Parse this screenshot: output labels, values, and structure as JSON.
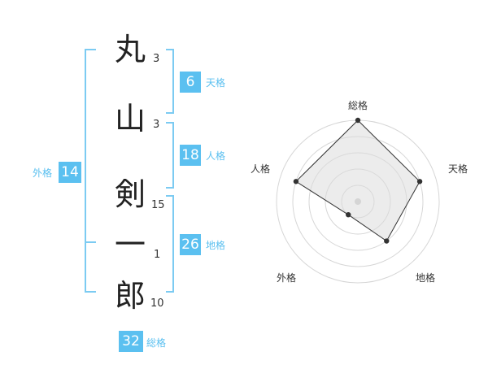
{
  "name_chars": [
    {
      "char": "丸",
      "strokes": "3"
    },
    {
      "char": "山",
      "strokes": "3"
    },
    {
      "char": "剣",
      "strokes": "15"
    },
    {
      "char": "一",
      "strokes": "1"
    },
    {
      "char": "郎",
      "strokes": "10"
    }
  ],
  "fortunes": {
    "tenkaku": {
      "value": "6",
      "label": "天格"
    },
    "jinkaku": {
      "value": "18",
      "label": "人格"
    },
    "chikaku": {
      "value": "26",
      "label": "地格"
    },
    "gaikaku": {
      "value": "14",
      "label": "外格"
    },
    "soukaku": {
      "value": "32",
      "label": "総格"
    }
  },
  "radar": {
    "labels": [
      "総格",
      "天格",
      "地格",
      "外格",
      "人格"
    ],
    "levels": 5,
    "values": [
      5,
      4,
      3,
      1,
      4
    ]
  },
  "colors": {
    "accent": "#5bc0f0",
    "bracket": "#7ccbf2",
    "radar_fill": "#eeeeee",
    "radar_line": "#333333"
  }
}
